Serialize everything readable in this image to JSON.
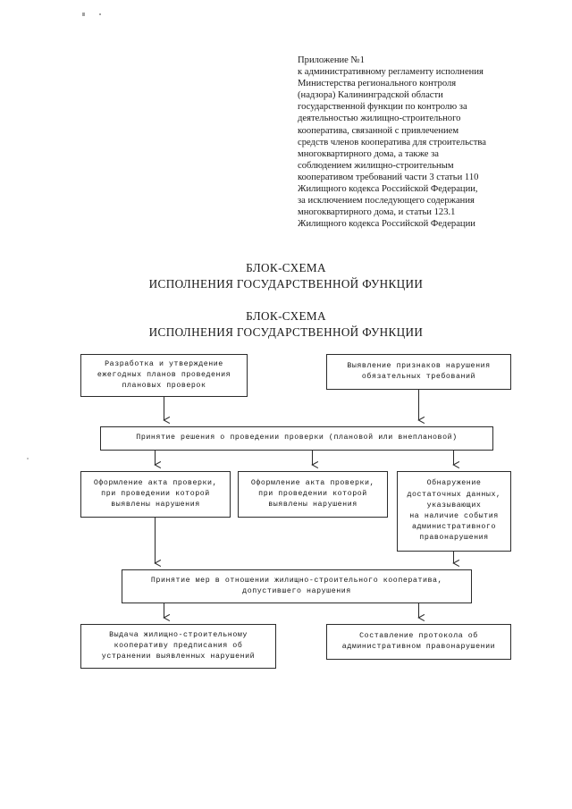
{
  "document": {
    "reference_block": [
      "Приложение №1",
      "к административному регламенту исполнения",
      "Министерства регионального контроля",
      "(надзора) Калининградской области",
      "государственной функции по контролю за",
      "деятельностью жилищно-строительного",
      "кооператива, связанной с привлечением",
      "средств членов кооператива для строительства",
      "многоквартирного дома, а также за",
      "соблюдением жилищно-строительным",
      "кооперативом требований части 3 статьи 110",
      "Жилищного кодекса Российской Федерации,",
      "за исключением последующего содержания",
      "многоквартирного дома, и статьи 123.1",
      "Жилищного кодекса Российской Федерации"
    ],
    "title_1": [
      "БЛОК-СХЕМА",
      "ИСПОЛНЕНИЯ ГОСУДАРСТВЕННОЙ ФУНКЦИИ"
    ],
    "title_2": [
      "БЛОК-СХЕМА",
      "ИСПОЛНЕНИЯ ГОСУДАРСТВЕННОЙ ФУНКЦИИ"
    ]
  },
  "flowchart": {
    "type": "flowchart",
    "nodes": {
      "plan": {
        "id": "plan",
        "lines": [
          "Разработка и утверждение",
          "ежегодных планов проведения",
          "плановых проверок"
        ]
      },
      "detect": {
        "id": "detect",
        "lines": [
          "Выявление признаков нарушения",
          "обязательных требований"
        ]
      },
      "decision": {
        "id": "decision",
        "lines": [
          "Принятие решения о проведении проверки (плановой или внеплановой)"
        ]
      },
      "act1": {
        "id": "act1",
        "lines": [
          "Оформление акта проверки,",
          "при проведении которой",
          "выявлены нарушения"
        ]
      },
      "act2": {
        "id": "act2",
        "lines": [
          "Оформление акта проверки,",
          "при проведении которой",
          "выявлены нарушения"
        ]
      },
      "evidence": {
        "id": "evidence",
        "lines": [
          "Обнаружение",
          "достаточных данных,",
          "указывающих",
          "на наличие события",
          "административного",
          "правонарушения"
        ]
      },
      "measures": {
        "id": "measures",
        "lines": [
          "Принятие мер в отношении жилищно-строительного кооператива,",
          "допустившего нарушения"
        ]
      },
      "order": {
        "id": "order",
        "lines": [
          "Выдача жилищно-строительному",
          "кооперативу предписания об",
          "устранении выявленных нарушений"
        ]
      },
      "protocol": {
        "id": "protocol",
        "lines": [
          "Составление протокола об",
          "административном правонарушении"
        ]
      }
    },
    "edges": [
      {
        "from": "plan",
        "to": "decision"
      },
      {
        "from": "detect",
        "to": "decision"
      },
      {
        "from": "decision",
        "to": "act1"
      },
      {
        "from": "decision",
        "to": "act2"
      },
      {
        "from": "decision",
        "to": "evidence"
      },
      {
        "from": "act1",
        "to": "measures"
      },
      {
        "from": "evidence",
        "to": "measures"
      },
      {
        "from": "measures",
        "to": "order"
      },
      {
        "from": "measures",
        "to": "protocol"
      }
    ]
  },
  "colors": {
    "page_background": "#ffffff",
    "text": "#141414",
    "node_border": "#2b2b2b",
    "connector": "#2b2b2b"
  }
}
